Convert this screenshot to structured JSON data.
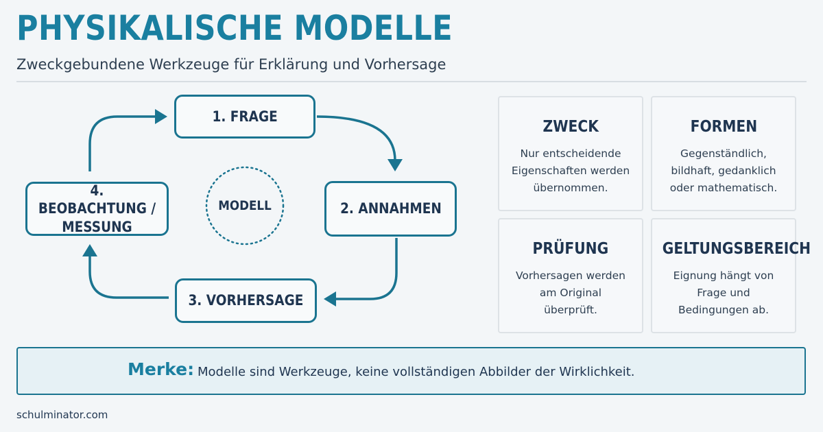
{
  "header": {
    "title": "PHYSIKALISCHE MODELLE",
    "subtitle": "Zweckgebundene Werkzeuge für Erklärung und Vorhersage"
  },
  "cycle": {
    "center": "MODELL",
    "steps": [
      {
        "label": "1. FRAGE"
      },
      {
        "label": "2. ANNAHMEN"
      },
      {
        "label": "3. VORHERSAGE"
      },
      {
        "label": "4. BEOBACHTUNG /\nMESSUNG"
      }
    ]
  },
  "cards": [
    {
      "title": "ZWECK",
      "text": "Nur entscheidende\nEigenschaften werden\nübernommen."
    },
    {
      "title": "FORMEN",
      "text": "Gegenständlich,\nbildhaft, gedanklich\noder mathematisch."
    },
    {
      "title": "PRÜFUNG",
      "text": "Vorhersagen werden\nam Original\nüberprüft."
    },
    {
      "title": "GELTUNGSBEREICH",
      "text": "Eignung hängt von\nFrage und\nBedingungen ab."
    }
  ],
  "merke": {
    "label": "Merke:",
    "text": "Modelle sind Werkzeuge, keine vollständigen Abbilder der Wirklichkeit."
  },
  "footer": {
    "source": "schulminator.com"
  },
  "colors": {
    "accent": "#1a7fa0",
    "border": "#1a7490",
    "text": "#1f3550",
    "background": "#f3f6f8"
  }
}
